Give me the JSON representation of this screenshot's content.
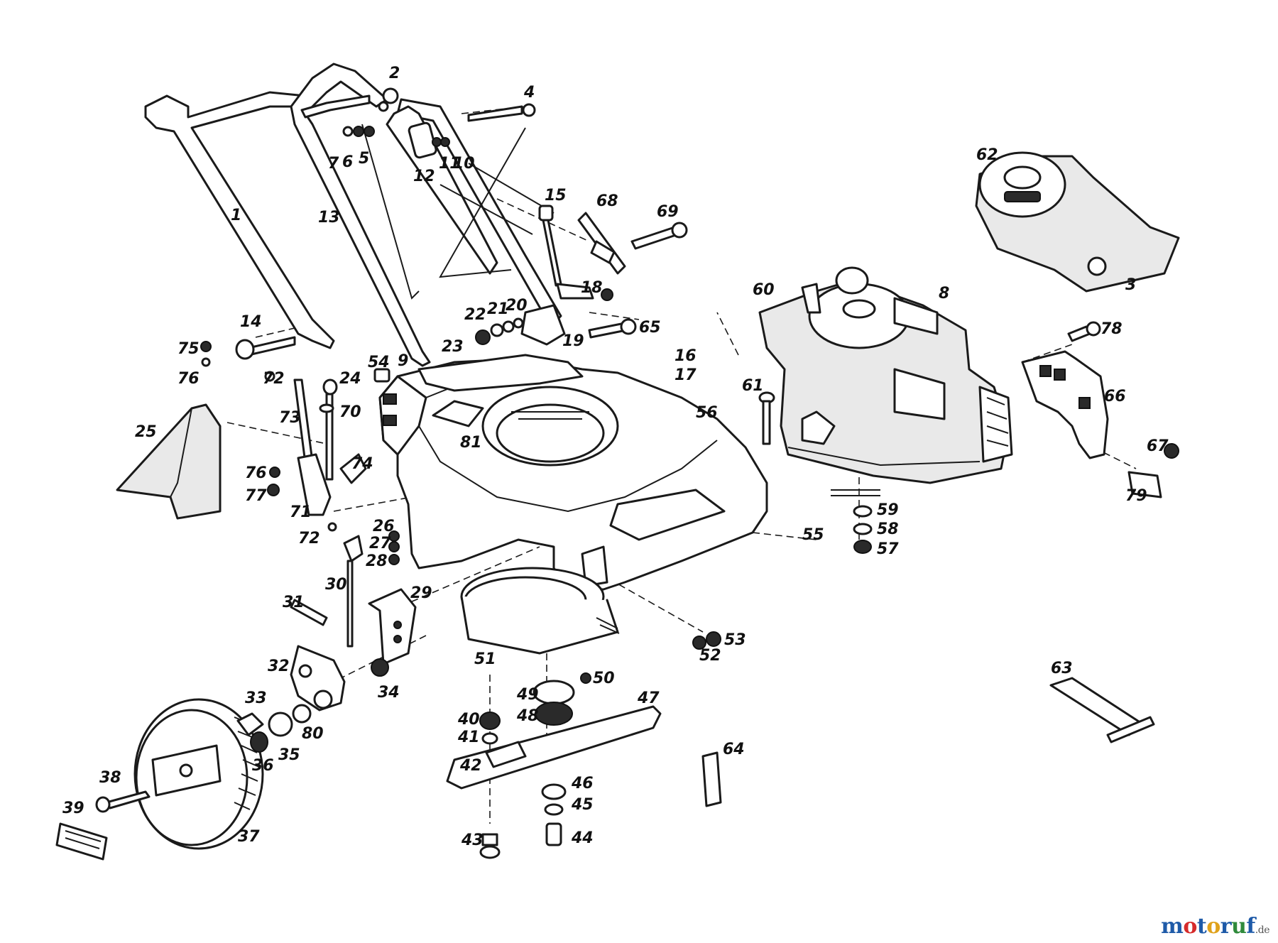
{
  "labels": [
    "1",
    "2",
    "3",
    "4",
    "5",
    "6",
    "7",
    "8",
    "9",
    "10",
    "11",
    "12",
    "13",
    "14",
    "15",
    "16",
    "17",
    "19",
    "18",
    "20",
    "21",
    "22",
    "23",
    "24",
    "25",
    "26",
    "27",
    "28",
    "29",
    "30",
    "31",
    "32",
    "33",
    "34",
    "35",
    "36",
    "37",
    "38",
    "39",
    "40",
    "41",
    "42",
    "43",
    "44",
    "45",
    "46",
    "47",
    "48",
    "49",
    "50",
    "51",
    "52",
    "53",
    "54",
    "55",
    "56",
    "57",
    "58",
    "59",
    "60",
    "61",
    "62",
    "63",
    "64",
    "65",
    "66",
    "67",
    "68",
    "69",
    "70",
    "71",
    "72",
    "72",
    "72",
    "73",
    "74",
    "75",
    "76",
    "76",
    "77",
    "78",
    "79",
    "80",
    "81"
  ],
  "watermark": {
    "letters": [
      "m",
      "o",
      "t",
      "o",
      "r",
      "u",
      "f"
    ],
    "colors": [
      "#1e5aa8",
      "#d62b2b",
      "#1e5aa8",
      "#e0a21b",
      "#1e5aa8",
      "#2f8a3b",
      "#1e5aa8"
    ],
    "tld": ".de"
  }
}
